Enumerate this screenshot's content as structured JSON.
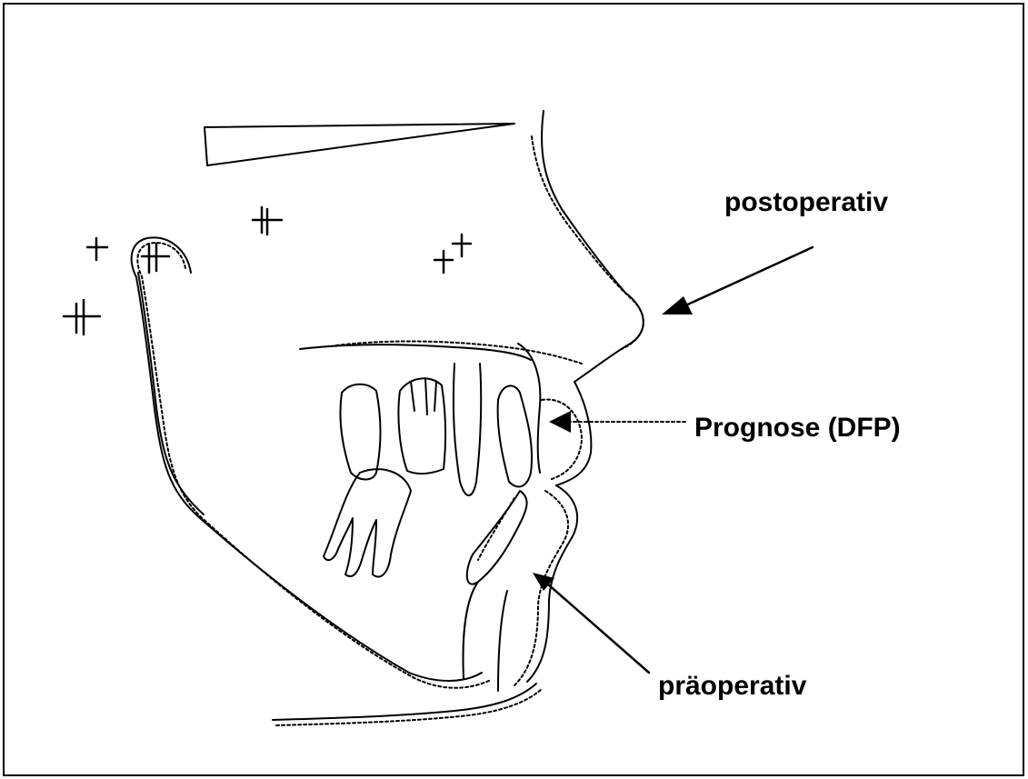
{
  "labels": {
    "postoperativ": "postoperativ",
    "prognose": "Prognose (DFP)",
    "praeoperativ": "präoperativ"
  },
  "colors": {
    "line": "#000000",
    "background": "#ffffff"
  }
}
